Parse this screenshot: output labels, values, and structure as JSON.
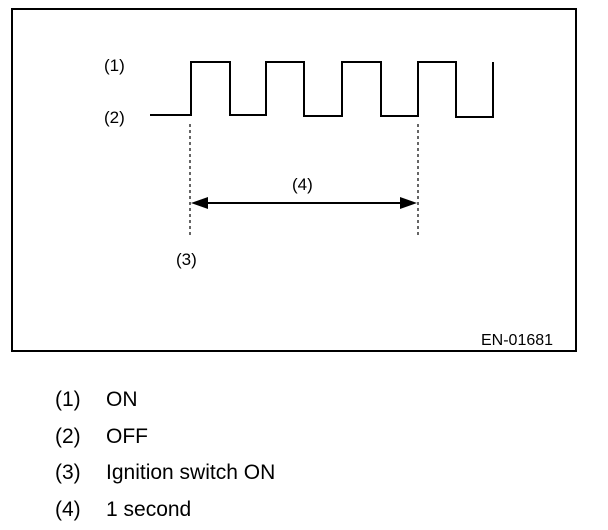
{
  "diagram": {
    "labels": {
      "on": "(1)",
      "off": "(2)",
      "ignition": "(3)",
      "duration": "(4)"
    },
    "figure_id": "EN-01681"
  },
  "legend": [
    {
      "key": "(1)",
      "text": "ON"
    },
    {
      "key": "(2)",
      "text": "OFF"
    },
    {
      "key": "(3)",
      "text": "Ignition switch ON"
    },
    {
      "key": "(4)",
      "text": "1 second"
    }
  ]
}
